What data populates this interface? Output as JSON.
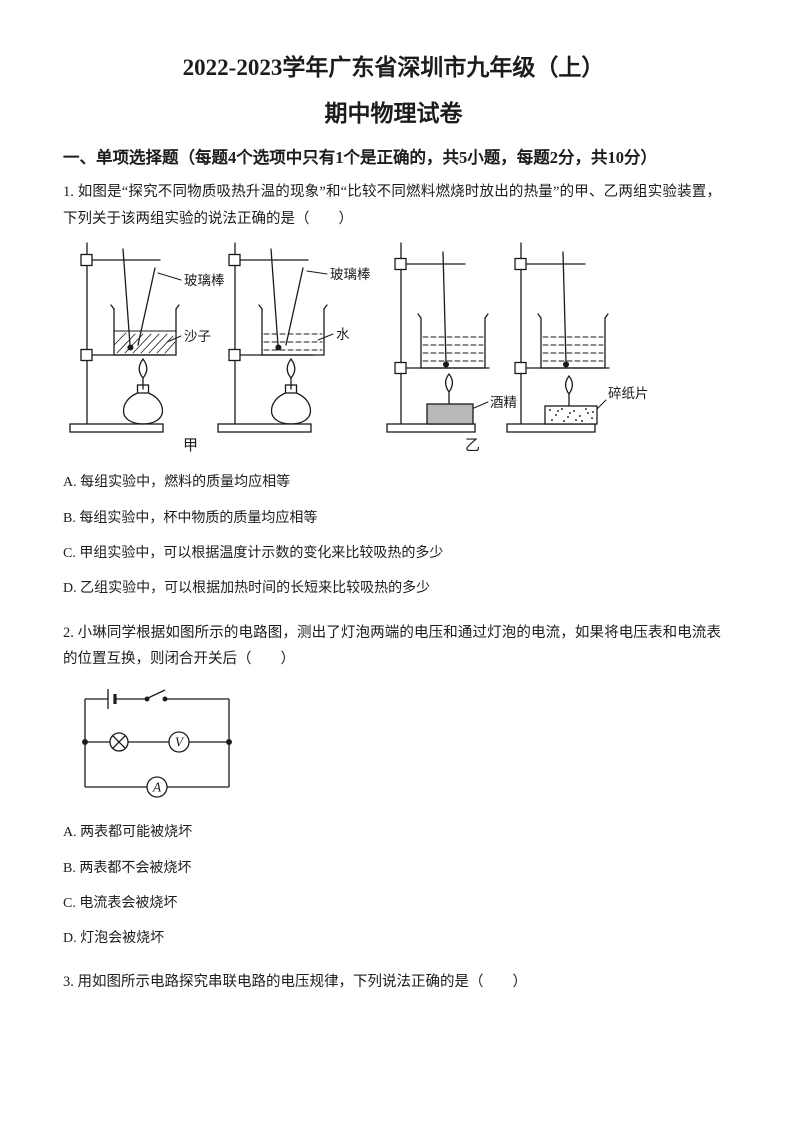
{
  "header": {
    "title_line1": "2022-2023学年广东省深圳市九年级（上）",
    "title_line2": "期中物理试卷"
  },
  "section1": {
    "title": "一、单项选择题（每题4个选项中只有1个是正确的，共5小题，每题2分，共10分）"
  },
  "q1": {
    "stem": "1. 如图是“探究不同物质吸热升温的现象”和“比较不同燃料燃烧时放出的热量”的甲、乙两组实验装置，下列关于该两组实验的说法正确的是（　　）",
    "figure": {
      "glass_rod_1": "玻璃棒",
      "glass_rod_2": "玻璃棒",
      "sand": "沙子",
      "water": "水",
      "alcohol": "酒精",
      "paper_scraps": "碎纸片",
      "group_jia": "甲",
      "group_yi": "乙"
    },
    "options": [
      "A. 每组实验中，燃料的质量均应相等",
      "B. 每组实验中，杯中物质的质量均应相等",
      "C. 甲组实验中，可以根据温度计示数的变化来比较吸热的多少",
      "D. 乙组实验中，可以根据加热时间的长短来比较吸热的多少"
    ]
  },
  "q2": {
    "stem": "2. 小琳同学根据如图所示的电路图，测出了灯泡两端的电压和通过灯泡的电流，如果将电压表和电流表的位置互换，则闭合开关后（　　）",
    "circuit": {
      "voltmeter": "V",
      "ammeter": "A"
    },
    "options": [
      "A. 两表都可能被烧坏",
      "B. 两表都不会被烧坏",
      "C. 电流表会被烧坏",
      "D. 灯泡会被烧坏"
    ]
  },
  "q3": {
    "stem": "3. 用如图所示电路探究串联电路的电压规律，下列说法正确的是（　　）"
  }
}
